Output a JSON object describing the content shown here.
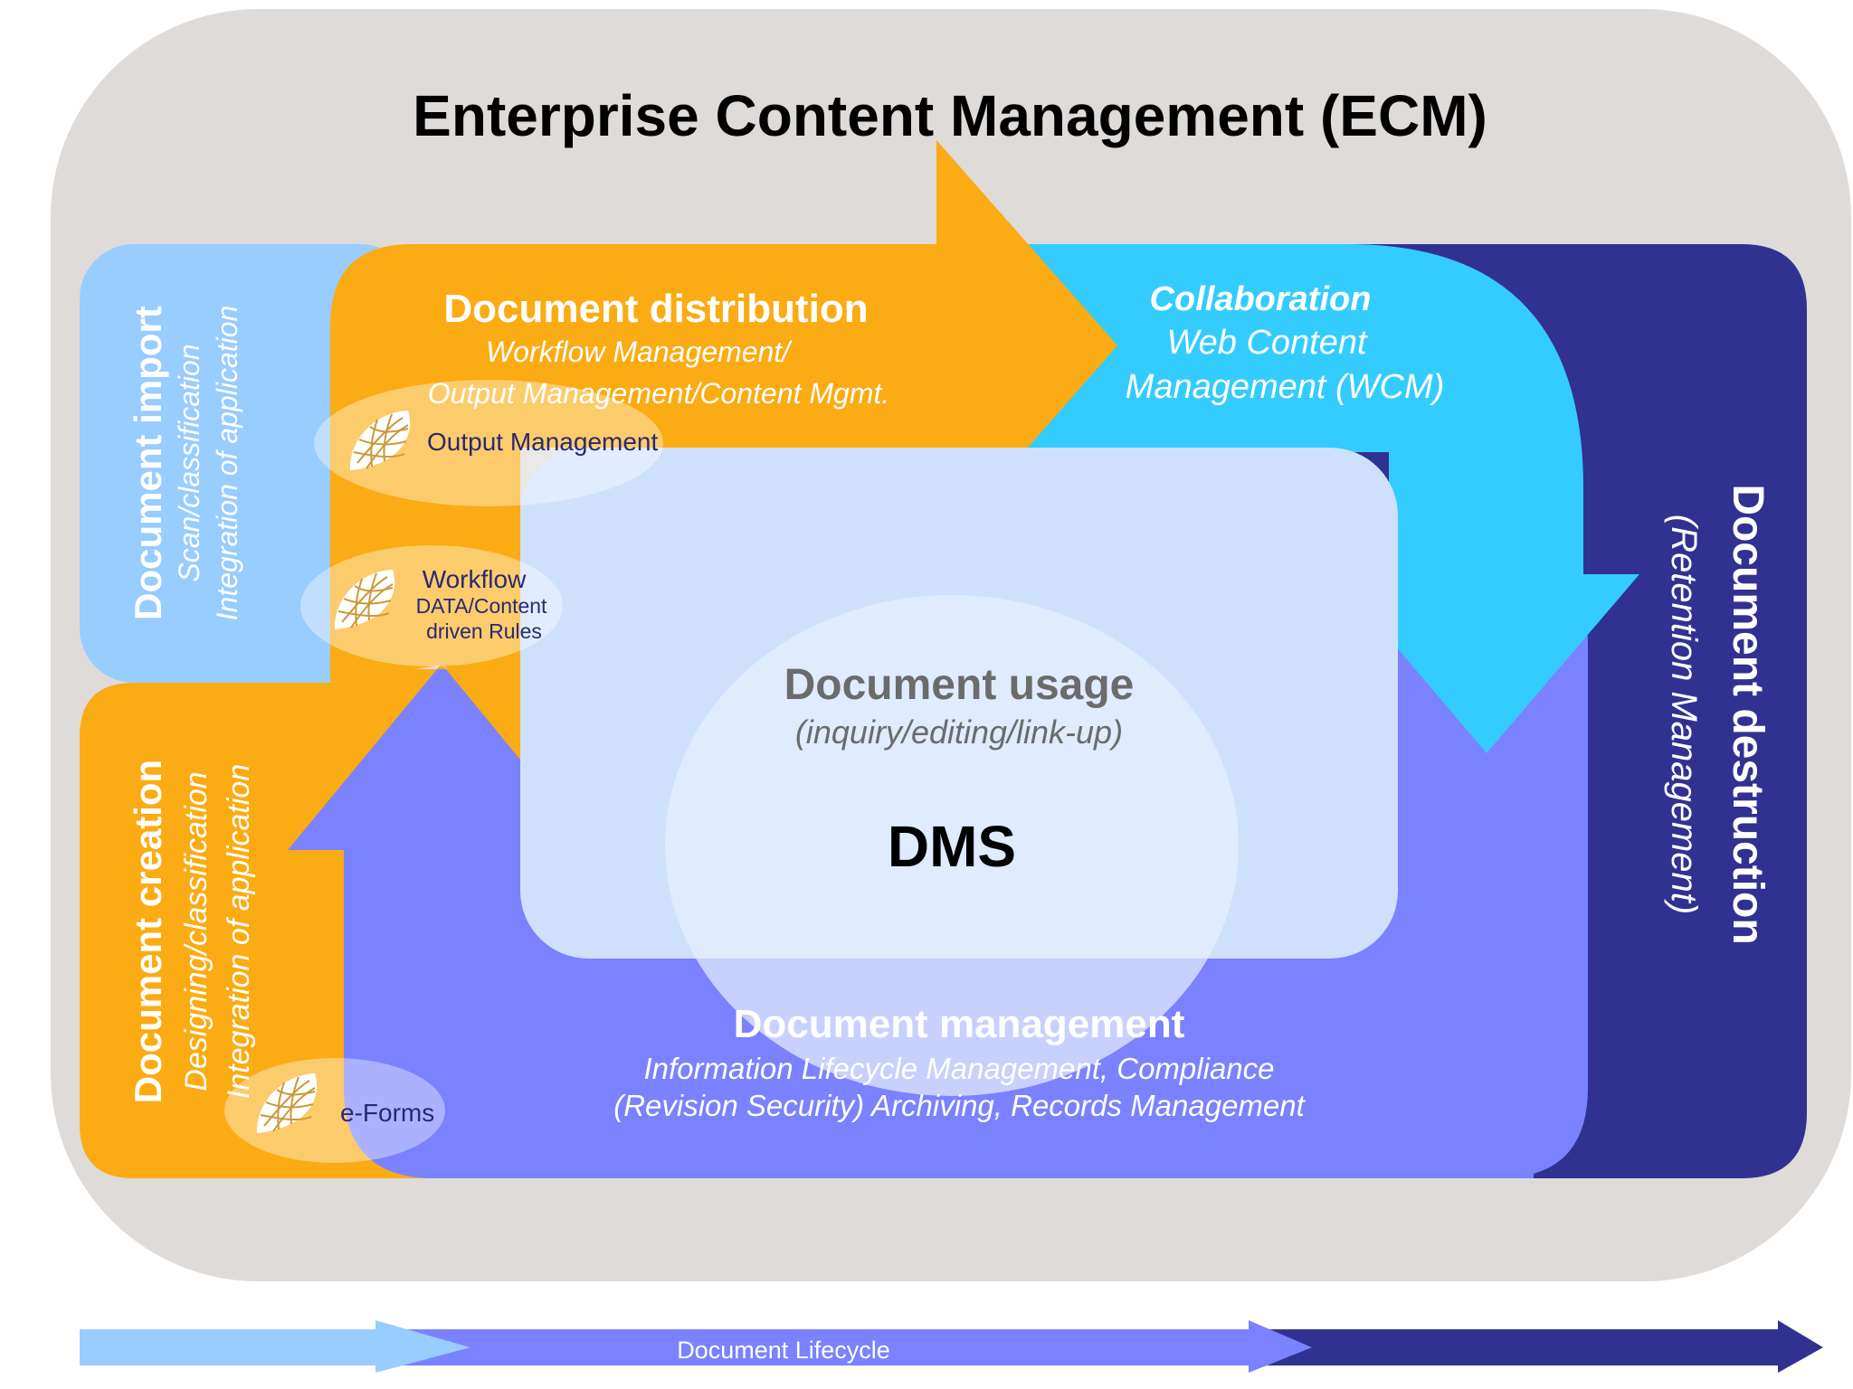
{
  "title": "Enterprise Content Management (ECM)",
  "colors": {
    "frame": "#dedbd9",
    "import": "#99ccff",
    "orange": "#fbab13",
    "cyan": "#34ccff",
    "navy": "#313192",
    "periwinkle": "#7a82ff",
    "usage_box": "#cfe0fd",
    "usage_circle": "#e6eefd",
    "label_dark": "#2a2a70"
  },
  "import": {
    "title": "Document import",
    "line1": "Scan/classification",
    "line2": "Integration of application"
  },
  "creation": {
    "title": "Document creation",
    "line1": "Designing/classification",
    "line2": "Integration of application"
  },
  "distribution": {
    "title": "Document distribution",
    "line1": "Workflow Management/",
    "line2": "Output Management/Content Mgmt."
  },
  "collaboration": {
    "title": "Collaboration",
    "line1": "Web Content",
    "line2": "Management (WCM)"
  },
  "destruction": {
    "title": "Document destruction",
    "subtitle": "(Retention Management)"
  },
  "usage": {
    "title": "Document usage",
    "subtitle": "(inquiry/editing/link-up)",
    "center": "DMS"
  },
  "management": {
    "title": "Document management",
    "line1": "Information Lifecycle Management, Compliance",
    "line2": "(Revision Security) Archiving, Records Management"
  },
  "badges": {
    "output": "Output Management",
    "workflow_title": "Workflow",
    "workflow_line1": "DATA/Content",
    "workflow_line2": "driven Rules",
    "eforms": "e-Forms"
  },
  "timeline": {
    "label": "Document Lifecycle"
  }
}
